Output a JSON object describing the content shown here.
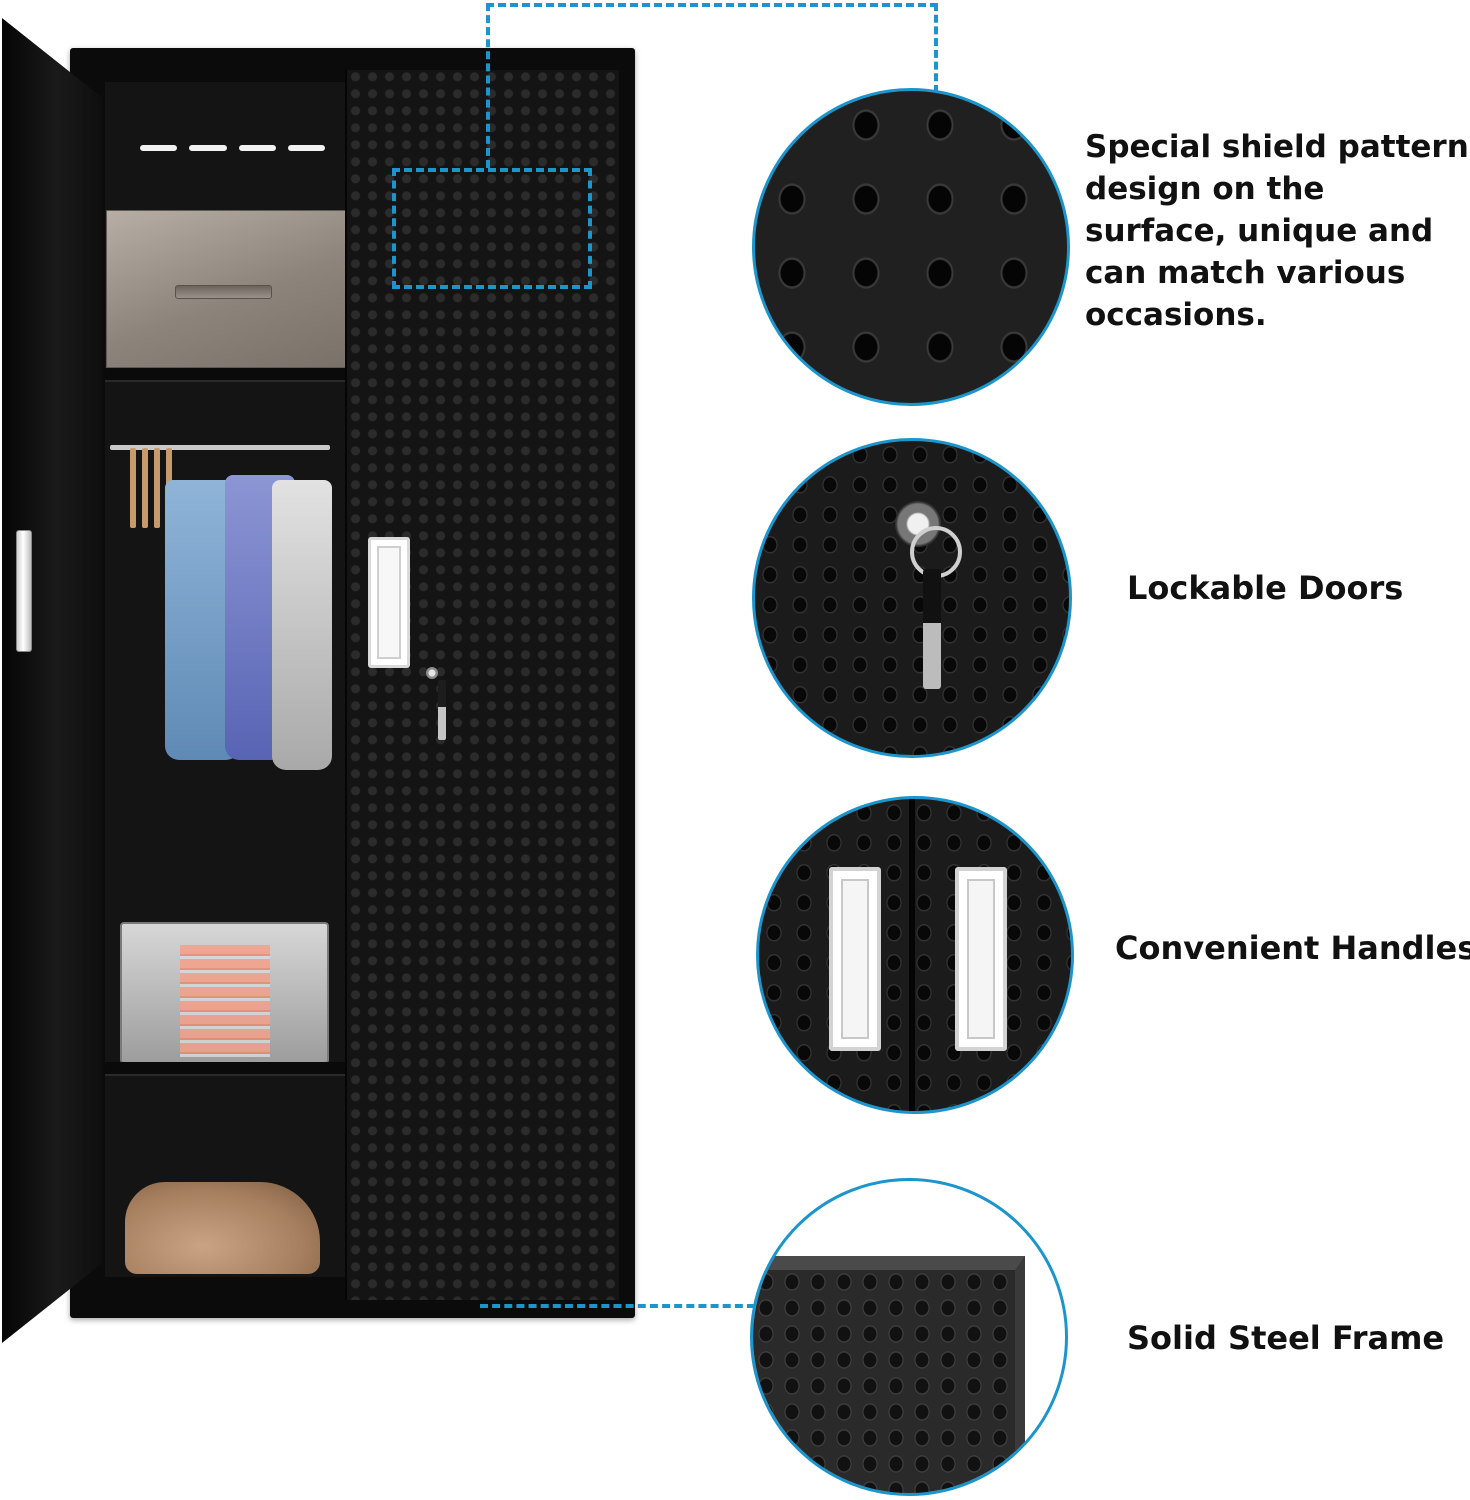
{
  "features": [
    {
      "caption": "Special shield pattern design on the surface, unique and can match various occasions.",
      "detail": "shield-pattern-closeup"
    },
    {
      "caption": "Lockable Doors",
      "detail": "lock-and-key-closeup"
    },
    {
      "caption": "Convenient Handles",
      "detail": "door-handles-closeup"
    },
    {
      "caption": "Solid Steel Frame",
      "detail": "steel-frame-edge-closeup"
    }
  ],
  "colors": {
    "callout_accent": "#1c95cd",
    "cabinet_body": "#0b0b0b",
    "caption_text": "#111111"
  }
}
